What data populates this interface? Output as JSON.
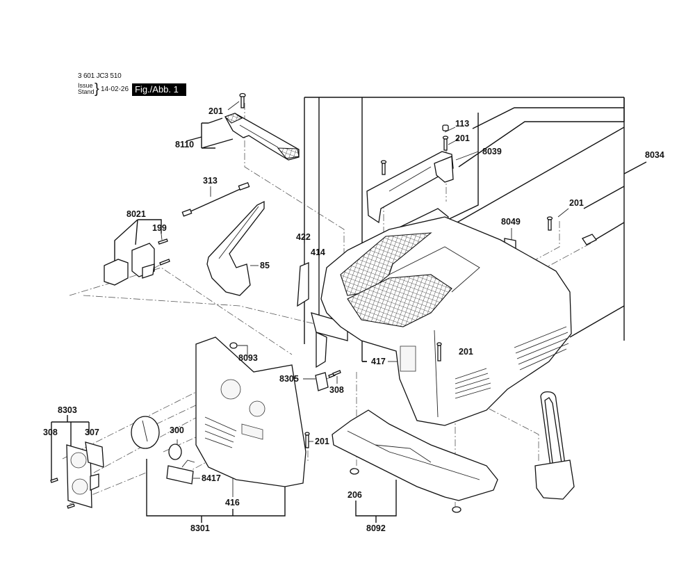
{
  "header": {
    "document_number": "3 601 JC3 510",
    "issue_label_en": "Issue",
    "issue_label_de": "Stand",
    "issue_date": "14-02-26",
    "figure_label": "Fig./Abb. 1"
  },
  "parts": {
    "p201_top": "201",
    "p8110": "8110",
    "p313": "313",
    "p8021": "8021",
    "p199": "199",
    "p85": "85",
    "p422": "422",
    "p414": "414",
    "p113": "113",
    "p201_handle": "201",
    "p8039": "8039",
    "p8034": "8034",
    "p8049": "8049",
    "p201_right": "201",
    "p417": "417",
    "p201_mid": "201",
    "p8093": "8093",
    "p8305": "8305",
    "p308_right": "308",
    "p8303": "8303",
    "p308_left": "308",
    "p307": "307",
    "p300": "300",
    "p201_front": "201",
    "p8417": "8417",
    "p416": "416",
    "p8301": "8301",
    "p206": "206",
    "p8092": "8092"
  }
}
